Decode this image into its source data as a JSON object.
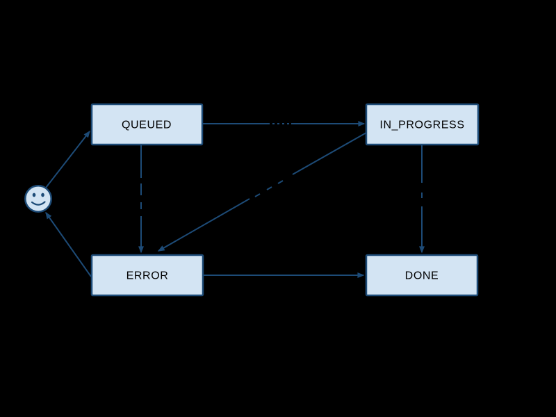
{
  "diagram": {
    "type": "state-machine",
    "background_color": "#000000",
    "node_fill_color": "#d3e4f3",
    "node_border_color": "#1d4b77",
    "edge_color": "#1d4b77",
    "node_text_color": "#000000",
    "initial_node": {
      "icon": "smiley-face-icon",
      "description": "initial state marker drawn as a smiley face circle"
    },
    "states": [
      {
        "label": "QUEUED"
      },
      {
        "label": "IN_PROGRESS"
      },
      {
        "label": "ERROR"
      },
      {
        "label": "DONE"
      }
    ],
    "transitions": [
      {
        "from": "initial",
        "to": "QUEUED",
        "has_hidden_label": false
      },
      {
        "from": "QUEUED",
        "to": "IN_PROGRESS",
        "has_hidden_label": true
      },
      {
        "from": "QUEUED",
        "to": "ERROR",
        "has_hidden_label": true
      },
      {
        "from": "IN_PROGRESS",
        "to": "ERROR",
        "has_hidden_label": true
      },
      {
        "from": "IN_PROGRESS",
        "to": "DONE",
        "has_hidden_label": true
      },
      {
        "from": "ERROR",
        "to": "DONE",
        "has_hidden_label": false
      },
      {
        "from": "ERROR",
        "to": "initial",
        "has_hidden_label": false
      }
    ]
  }
}
